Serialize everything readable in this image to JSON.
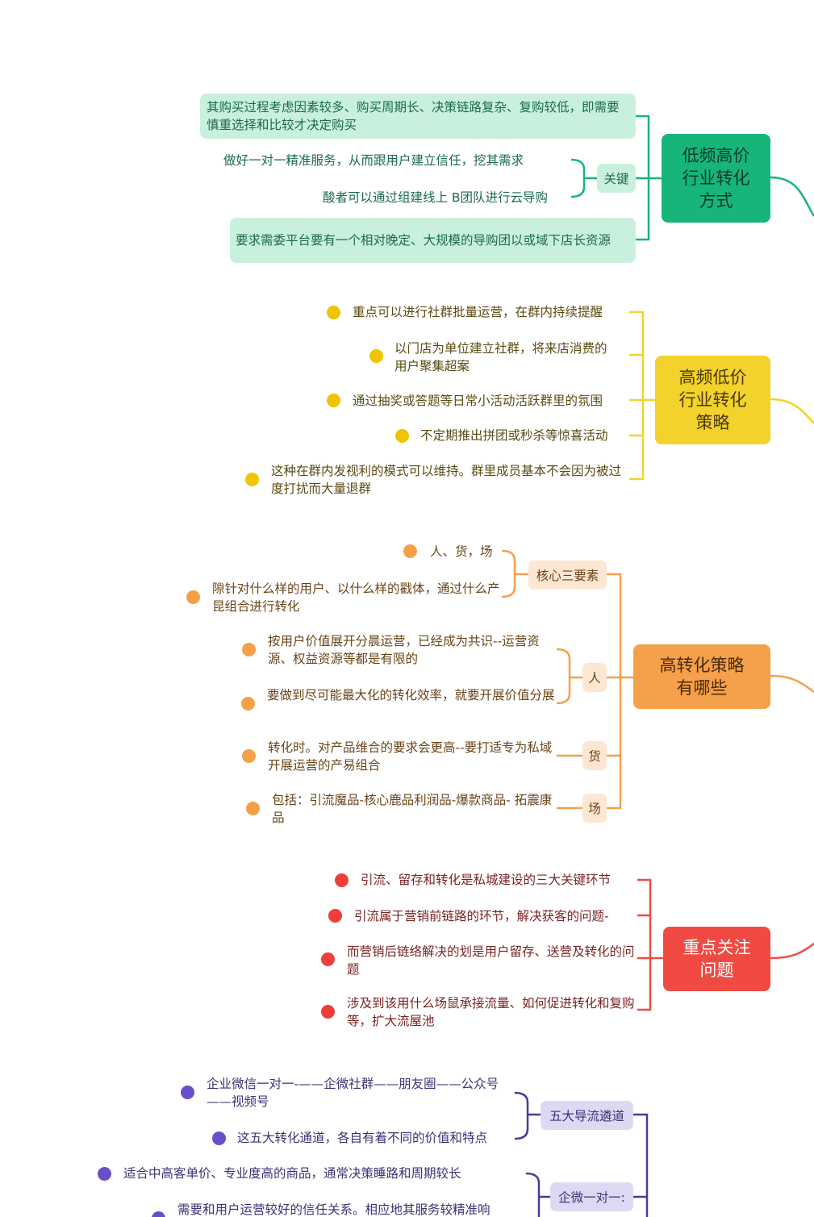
{
  "colors": {
    "green": "#17b57a",
    "yellow": "#f2d22b",
    "orange": "#f5a04a",
    "red": "#f14a42",
    "purple": "#6a52c8"
  },
  "low_freq": {
    "title": "低频高价行业转化方式",
    "items": [
      "其购买过程考虑因素较多、购买周期长、决策链路复杂、复购较低，即需要慎重选择和比较才决定购买",
      "要求需委平台要有一个相对晚定、大规模的导购团以或域下店长资源"
    ],
    "key": {
      "label": "关键",
      "items": [
        "做好一对一精准服务，从而跟用户建立信任，挖其需求",
        "酸者可以通过组建线上 B团队进行云导购"
      ]
    }
  },
  "high_freq": {
    "title": "高频低价行业转化策略",
    "items": [
      "重点可以进行社群批量运营，在群内持续提醒",
      "以门店为单位建立社群，将来店消费的用户聚集超案",
      "通过抽奖或答题等日常小活动活跃群里的氛围",
      "不定期推出拼团或秒杀等惊喜活动",
      "这种在群内发视利的模式可以维持。群里成员基本不会因为被过度打扰而大量退群"
    ]
  },
  "high_conv": {
    "title": "高转化策略有哪些",
    "core": {
      "label": "核心三要素",
      "items": [
        "人、货，场",
        "隙针对什么样的用户、以什么样的戳体，通过什么产昆组合进行转化"
      ]
    },
    "people": {
      "label": "人",
      "items": [
        "按用户价值展开分晨运营，已经成为共识--运营资源、权益资源等都是有限的",
        "要做到尽可能最大化的转化效率，就要开展价值分展"
      ]
    },
    "goods": {
      "label": "货",
      "items": [
        "转化时。对产品维合的要求会更高--要打适专为私域开展运营的产易组合"
      ]
    },
    "place": {
      "label": "场",
      "items": [
        "包括：引流魔品-核心鹿品利润品-爆款商品- 拓震康品"
      ]
    }
  },
  "focus": {
    "title": "重点关注问题",
    "items": [
      "引流、留存和转化是私城建设的三大关键环节",
      "引流属于营销前链路的环节，解决获客的问题-",
      "而营销后链络解决的划是用户留存、送营及转化的问题",
      "涉及到该用什么场鼠承接流量、如何促进转化和复购等，扩大流屋池"
    ]
  },
  "channels": {
    "five": {
      "label": "五大导流遴道",
      "items": [
        "企业微信一对一-——企微社群——朋友圈——公众号 ——视频号",
        "这五大转化通道，各自有着不同的价值和特点"
      ]
    },
    "one": {
      "label": "企微一对一:",
      "items": [
        "适合中高客单价、专业度高的商品，通常决策睡路和周期较长",
        "需要和用户运营较好的信任关系。相应地其服务较精准响"
      ]
    }
  }
}
